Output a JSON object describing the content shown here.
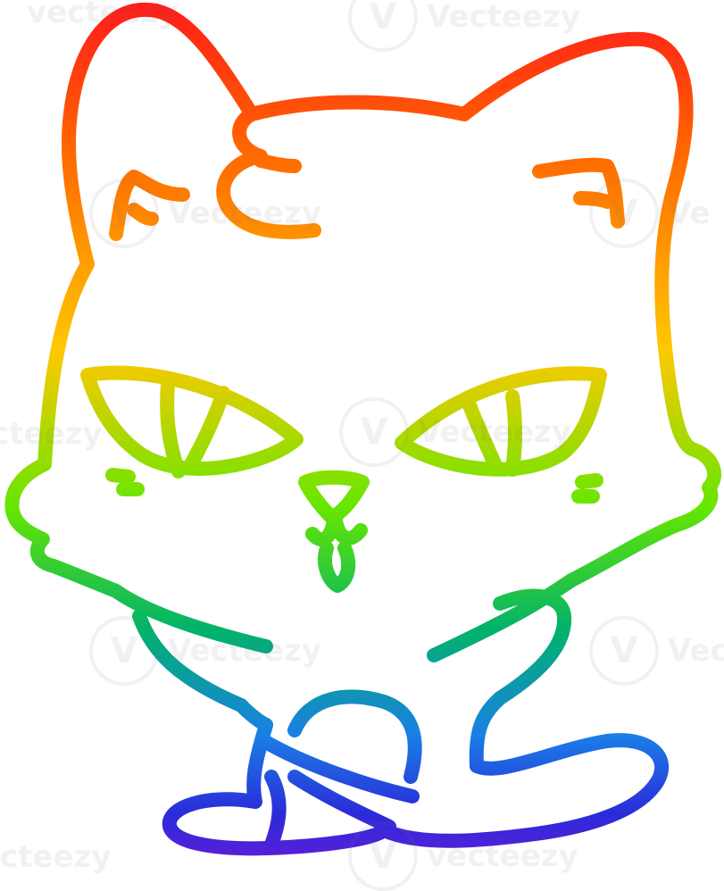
{
  "image": {
    "subject": "cartoon-cat",
    "stroke_gradient": [
      "#ff1a1a",
      "#ff6a00",
      "#ffd000",
      "#66e600",
      "#00b36b",
      "#1a7fe6",
      "#2b2bd9",
      "#6a1ad9"
    ],
    "background": "#ffffff"
  },
  "watermark": {
    "brand": "Vecteezy",
    "logo_glyph": "V",
    "instances": [
      {
        "text": "vecteezy"
      },
      {
        "text": "Vecteezy"
      },
      {
        "text": "Ve"
      },
      {
        "text": "cteezy"
      },
      {
        "text": "Vecteezy"
      },
      {
        "text": "Vecteezy"
      },
      {
        "text": "Vecteezy"
      },
      {
        "text": "Vecteezy"
      },
      {
        "text": "cteezy"
      },
      {
        "text": "vecteezy"
      }
    ]
  }
}
